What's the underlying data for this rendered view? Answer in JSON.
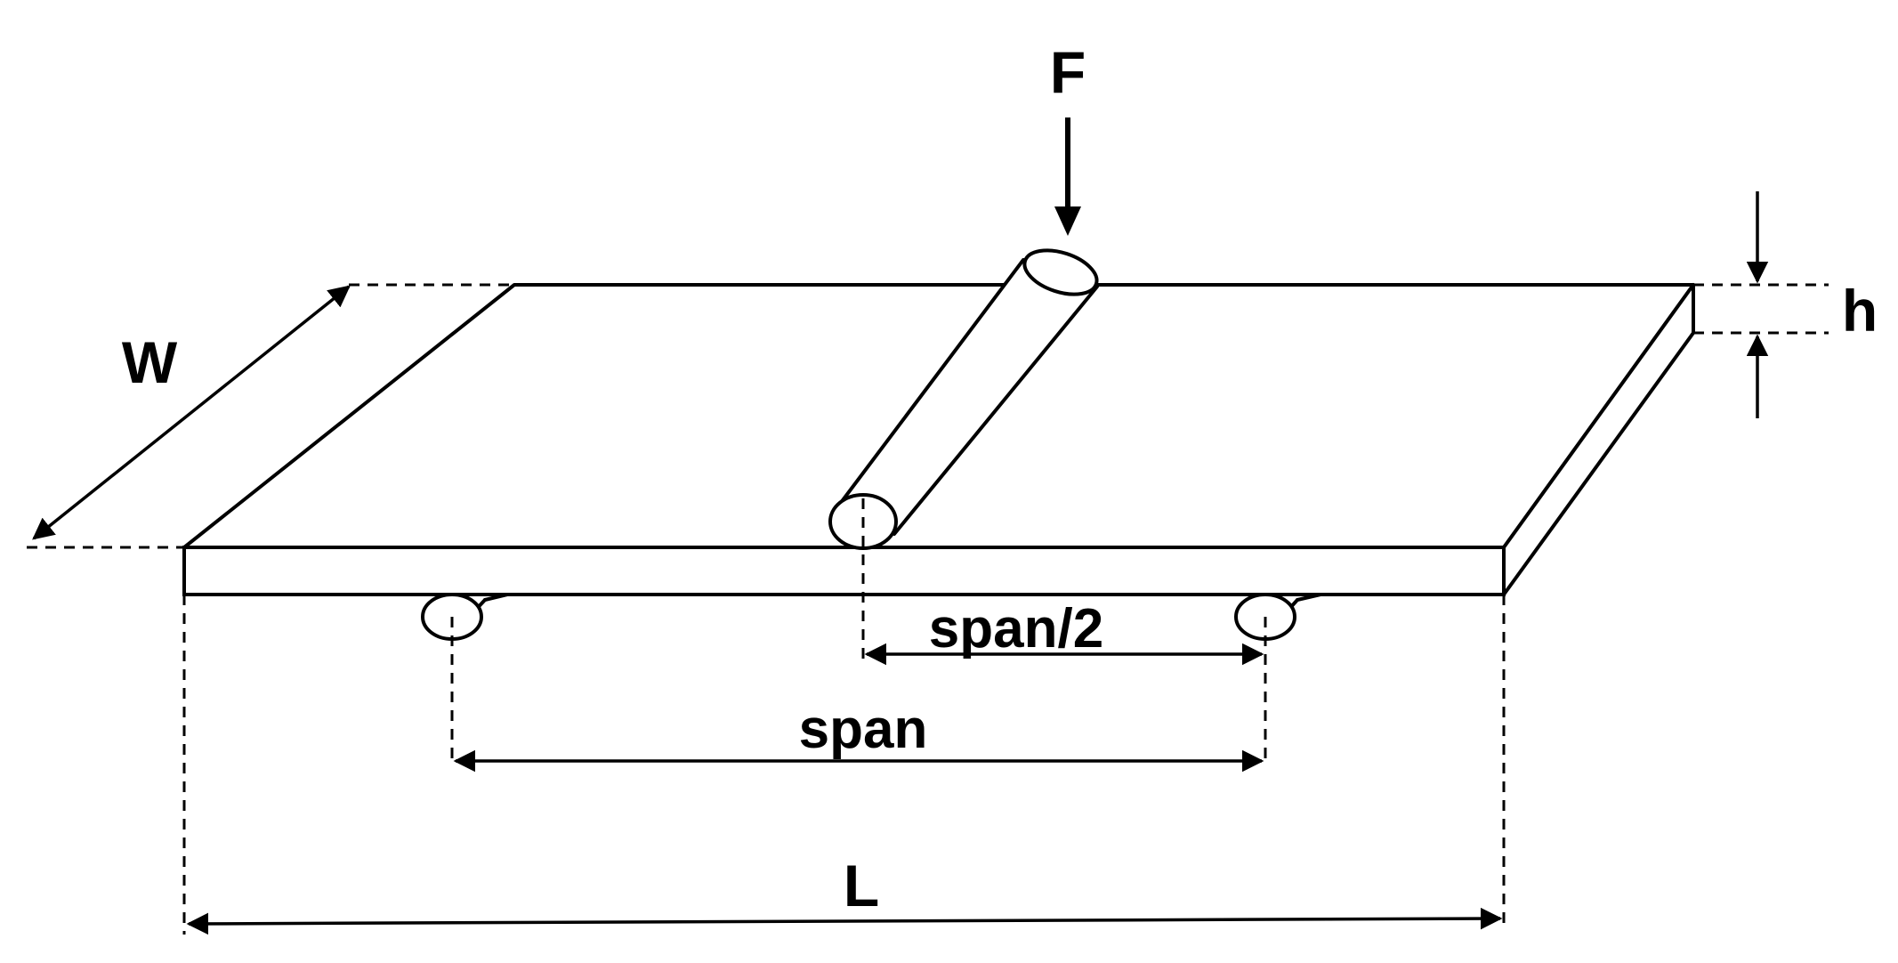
{
  "labels": {
    "force": "F",
    "width": "W",
    "thickness": "h",
    "half_span": "span/2",
    "span": "span",
    "length": "L"
  },
  "colors": {
    "stroke": "#000000",
    "background": "#ffffff"
  }
}
